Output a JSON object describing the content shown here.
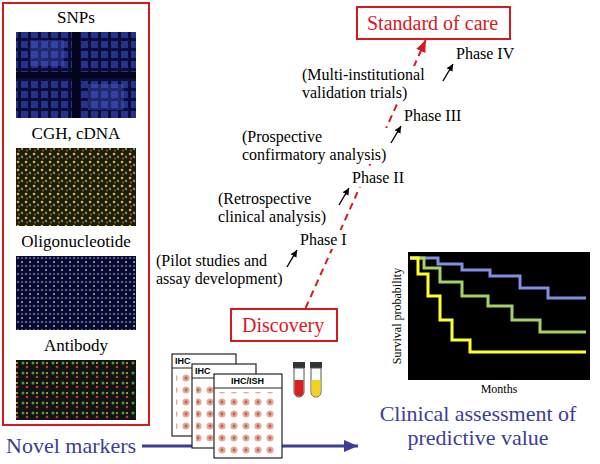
{
  "diagram": {
    "nodes": [
      {
        "text": [
          "SNPs",
          "CGH, cDNA",
          "Oligonucleotide",
          "Antibody"
        ]
      },
      {
        "text": [
          "Standard of care"
        ]
      },
      {
        "text": [
          "Discovery"
        ]
      }
    ],
    "edges": [
      {
        "from": 2,
        "to": 1,
        "arrow": "to"
      }
    ],
    "labels": [
      "(Multi-institutional validation trials)",
      "Phase IV",
      "(Prospective confirmatory analysis)",
      "Phase III",
      "(Retrospective clinical analysis)",
      "Phase II",
      "(Pilot studies and assay development)",
      "Phase I",
      "IHC",
      "IHC",
      "IHC/ISH",
      "Survival probability",
      "Months",
      "Novel markers",
      "Clinical assessment of predictive value"
    ]
  }
}
